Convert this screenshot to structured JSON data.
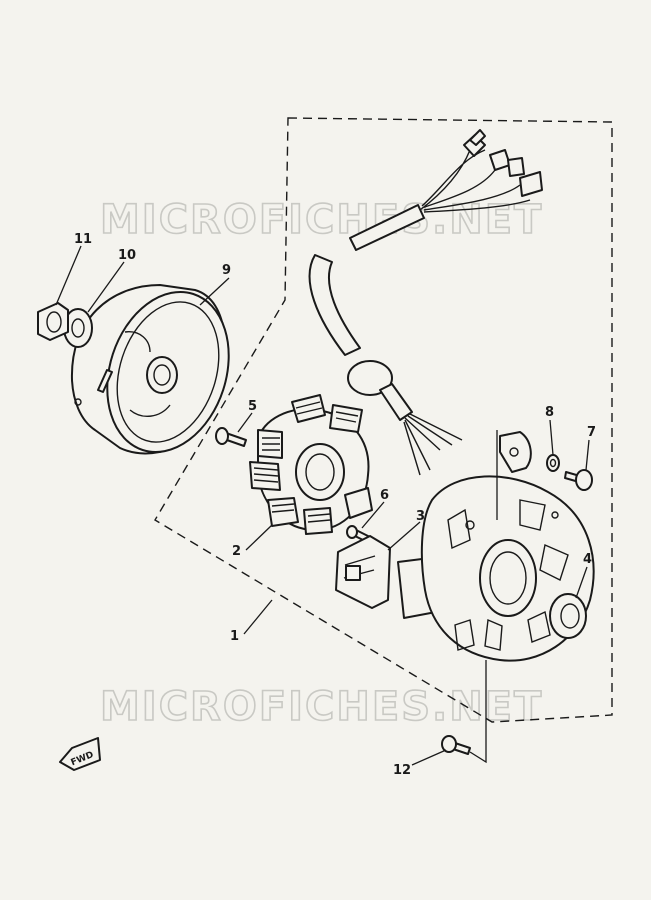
{
  "watermarks": [
    "MICROFICHES.NET",
    "MICROFICHES.NET"
  ],
  "direction_marker": "FWD",
  "callouts": [
    "1",
    "2",
    "3",
    "4",
    "5",
    "6",
    "7",
    "8",
    "9",
    "10",
    "11",
    "12"
  ],
  "parts": [
    {
      "ref": "1",
      "name": "stator-assembly"
    },
    {
      "ref": "2",
      "name": "stator-coil"
    },
    {
      "ref": "3",
      "name": "pickup-coil"
    },
    {
      "ref": "4",
      "name": "oil-seal"
    },
    {
      "ref": "5",
      "name": "screw"
    },
    {
      "ref": "6",
      "name": "screw"
    },
    {
      "ref": "7",
      "name": "screw"
    },
    {
      "ref": "8",
      "name": "washer"
    },
    {
      "ref": "9",
      "name": "rotor-flywheel"
    },
    {
      "ref": "10",
      "name": "washer"
    },
    {
      "ref": "11",
      "name": "nut"
    },
    {
      "ref": "12",
      "name": "screw"
    }
  ]
}
